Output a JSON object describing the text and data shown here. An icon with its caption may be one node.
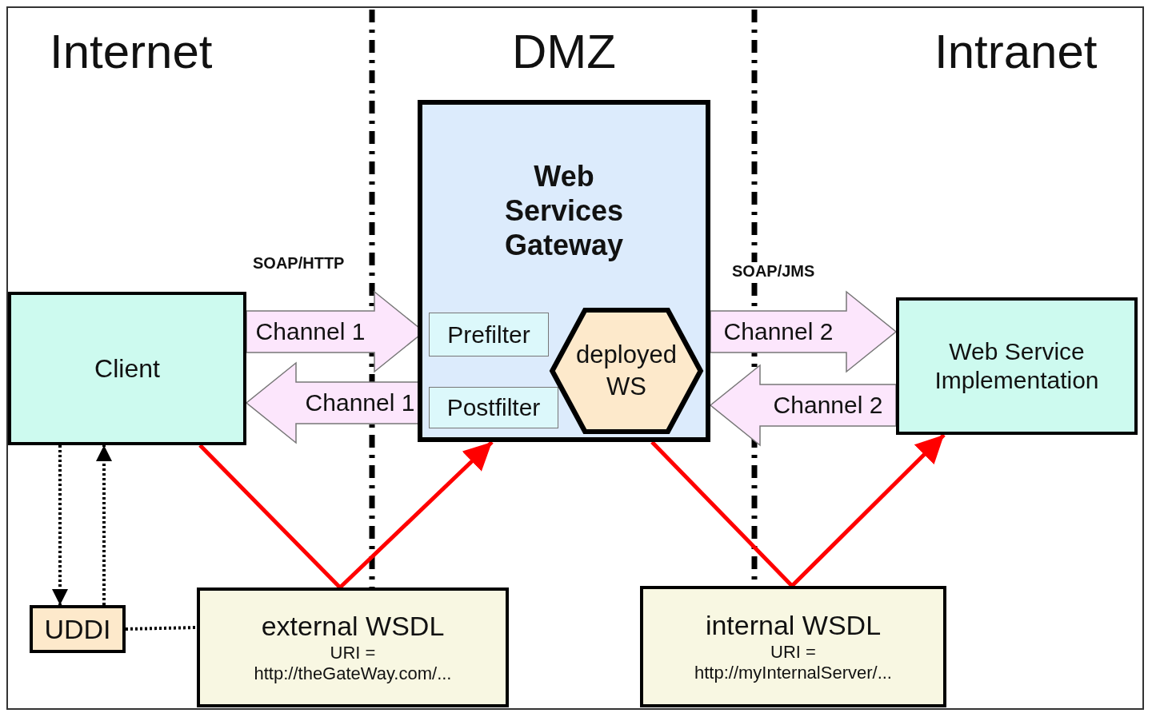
{
  "diagram": {
    "nodes": [
      {
        "text": [
          "Client"
        ]
      },
      {
        "text": [
          "Web Services Gateway"
        ]
      },
      {
        "text": [
          "Prefilter"
        ],
        "in": 1
      },
      {
        "text": [
          "Postfilter"
        ],
        "in": 1
      },
      {
        "text": [
          "deployed WS"
        ],
        "in": 1
      },
      {
        "text": [
          "Web Service Implementation"
        ]
      },
      {
        "text": [
          "UDDI"
        ]
      },
      {
        "text": [
          "external WSDL",
          "URI = http://theGateWay.com/..."
        ]
      },
      {
        "text": [
          "internal WSDL",
          "URI = http://myInternalServer/..."
        ]
      }
    ],
    "edges": [
      {
        "from": 0,
        "to": 2,
        "arrow": "to",
        "label": "Channel 1",
        "style": "thick",
        "color": "#fce6fc"
      },
      {
        "from": 3,
        "to": 0,
        "arrow": "to",
        "label": "Channel 1",
        "style": "thick",
        "color": "#fce6fc"
      },
      {
        "from": 1,
        "to": 5,
        "arrow": "to",
        "label": "Channel 2",
        "style": "thick",
        "color": "#fce6fc"
      },
      {
        "from": 5,
        "to": 1,
        "arrow": "to",
        "label": "Channel 2",
        "style": "thick",
        "color": "#fce6fc"
      },
      {
        "from": 0,
        "to": 6,
        "arrow": "to",
        "style": "dashed",
        "color": "#000000"
      },
      {
        "from": 6,
        "to": 0,
        "arrow": "to",
        "style": "dashed",
        "color": "#000000"
      },
      {
        "from": 6,
        "to": 7,
        "arrow": "none",
        "style": "dashed",
        "color": "#000000"
      },
      {
        "from": 0,
        "to": 7,
        "arrow": "none",
        "color": "#ff0000"
      },
      {
        "from": 7,
        "to": 1,
        "arrow": "to",
        "color": "#ff0000"
      },
      {
        "from": 1,
        "to": 8,
        "arrow": "none",
        "color": "#ff0000"
      },
      {
        "from": 8,
        "to": 5,
        "arrow": "to",
        "color": "#ff0000"
      }
    ],
    "labels": [
      "Internet",
      "DMZ",
      "Intranet",
      "SOAP/HTTP",
      "SOAP/JMS"
    ]
  }
}
